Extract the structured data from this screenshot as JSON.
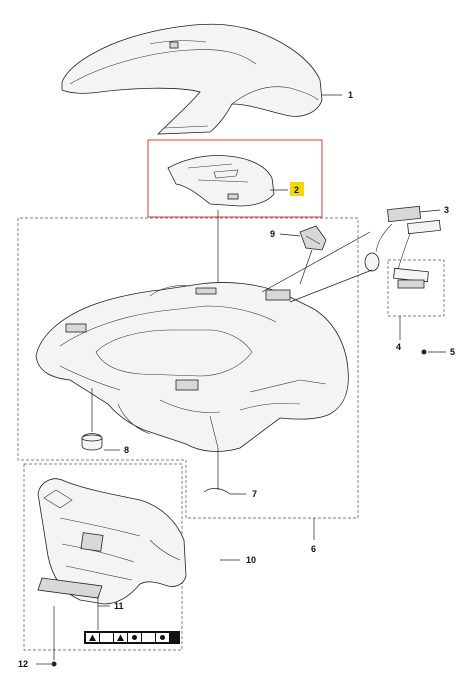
{
  "callouts": [
    {
      "id": "1",
      "label": "1"
    },
    {
      "id": "2",
      "label": "2"
    },
    {
      "id": "3",
      "label": "3"
    },
    {
      "id": "4",
      "label": "4"
    },
    {
      "id": "5",
      "label": "5"
    },
    {
      "id": "6",
      "label": "6"
    },
    {
      "id": "7",
      "label": "7"
    },
    {
      "id": "8",
      "label": "8"
    },
    {
      "id": "9",
      "label": "9"
    },
    {
      "id": "10",
      "label": "10"
    },
    {
      "id": "11",
      "label": "11"
    },
    {
      "id": "12",
      "label": "12"
    }
  ],
  "highlight": {
    "part": "2",
    "box_color": "#e23b3b",
    "tag_color": "#f5d800"
  },
  "colors": {
    "line": "#222222",
    "part_fill": "#f4f4f4"
  }
}
